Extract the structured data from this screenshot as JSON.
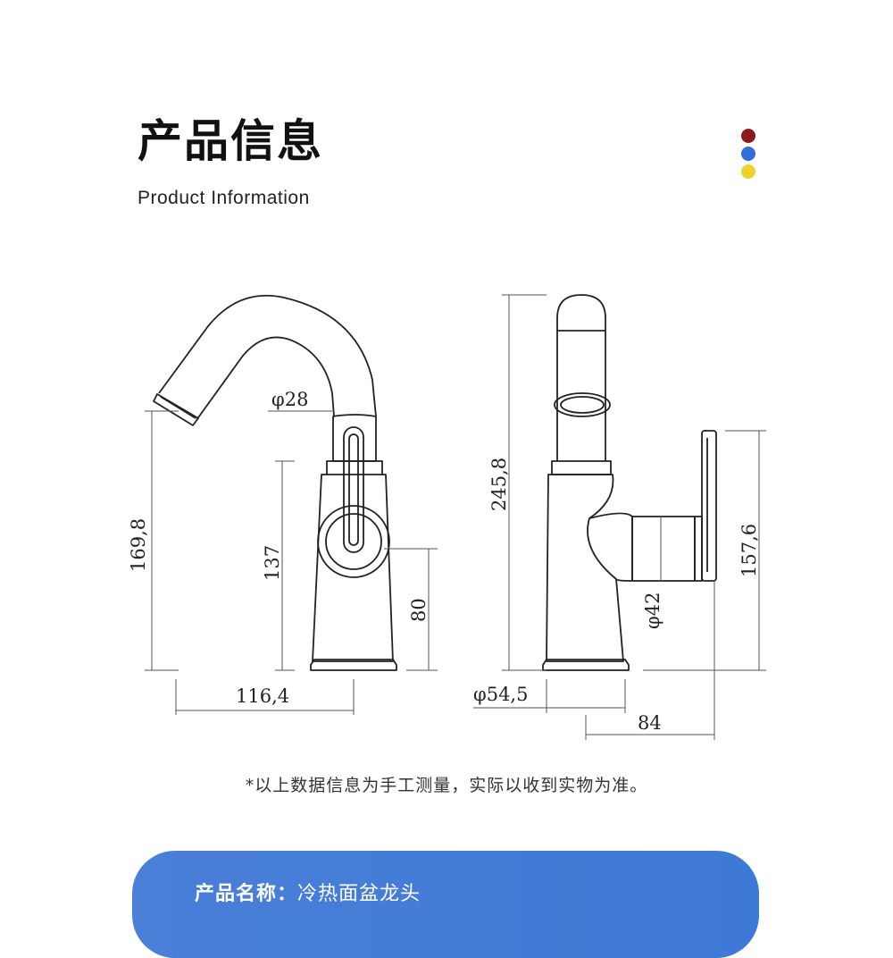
{
  "header": {
    "title_zh": "产品信息",
    "title_en": "Product Information"
  },
  "accent_dots": [
    {
      "name": "red-dot",
      "color": "#8b1a1a"
    },
    {
      "name": "blue-dot",
      "color": "#2f6fd6"
    },
    {
      "name": "yellow-dot",
      "color": "#f2d02a"
    }
  ],
  "dimensions": {
    "side_total_height": "169,8",
    "side_pipe_diameter": "φ28",
    "side_body_height": "137",
    "side_handle_height": "80",
    "side_spout_reach": "116,4",
    "front_total_height": "245,8",
    "front_handle_height": "157,6",
    "front_handle_diameter": "φ42",
    "front_base_diameter": "φ54,5",
    "front_depth": "84"
  },
  "note": "*以上数据信息为手工测量，实际以收到实物为准。",
  "banner": {
    "label": "产品名称：",
    "value": "冷热面盆龙头"
  }
}
